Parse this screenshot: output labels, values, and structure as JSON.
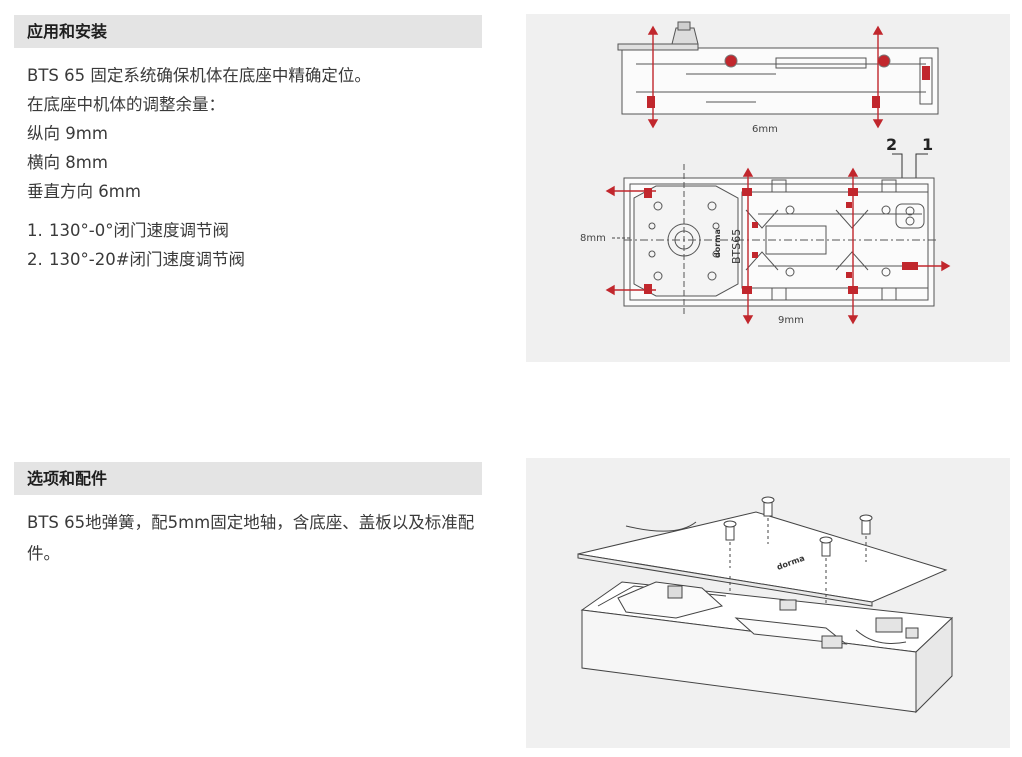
{
  "section1": {
    "title": "应用和安装",
    "lines": [
      "BTS 65 固定系统确保机体在底座中精确定位。",
      "在底座中机体的调整余量：",
      "纵向 9mm",
      "横向 8mm",
      "垂直方向 6mm"
    ],
    "list": [
      {
        "num": "1.",
        "text": "130°-0°闭门速度调节阀"
      },
      {
        "num": "2.",
        "text": "130°-20#闭门速度调节阀"
      }
    ]
  },
  "section2": {
    "title": "选项和配件",
    "text": "BTS 65地弹簧，配5mm固定地轴，含底座、盖板以及标准配件。"
  },
  "figure1": {
    "dim_vertical": "6mm",
    "dim_horizontal": "8mm",
    "dim_longitudinal": "9mm",
    "label_valve_2": "2",
    "label_valve_1": "1",
    "model_text": "BTS65",
    "brand_text": "dorma"
  },
  "figure2": {
    "brand_text": "dorma"
  },
  "colors": {
    "header_bg": "#e4e4e4",
    "figure_bg": "#f0f0f0",
    "accent_red": "#c1272d"
  }
}
